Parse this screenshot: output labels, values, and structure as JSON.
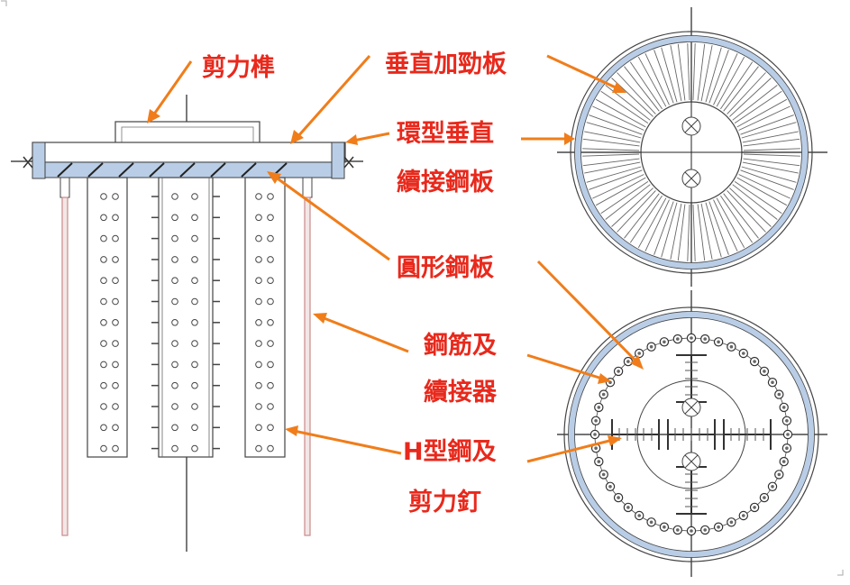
{
  "labels": {
    "shear_key": "剪力榫",
    "vertical_stiffener": "垂直加勁板",
    "ring_vertical_line1": "環型垂直",
    "ring_vertical_line2": "續接鋼板",
    "circular_plate": "圓形鋼板",
    "rebar_line1": "鋼筋及",
    "rebar_line2": "續接器",
    "hbeam_line1": "H型鋼及",
    "hbeam_line2": "剪力釘"
  },
  "colors": {
    "label_text": "#e8291c",
    "arrow": "#f07d1a",
    "steel_fill": "#b9cde6",
    "rebar": "#c98a8a",
    "line": "#444444"
  }
}
